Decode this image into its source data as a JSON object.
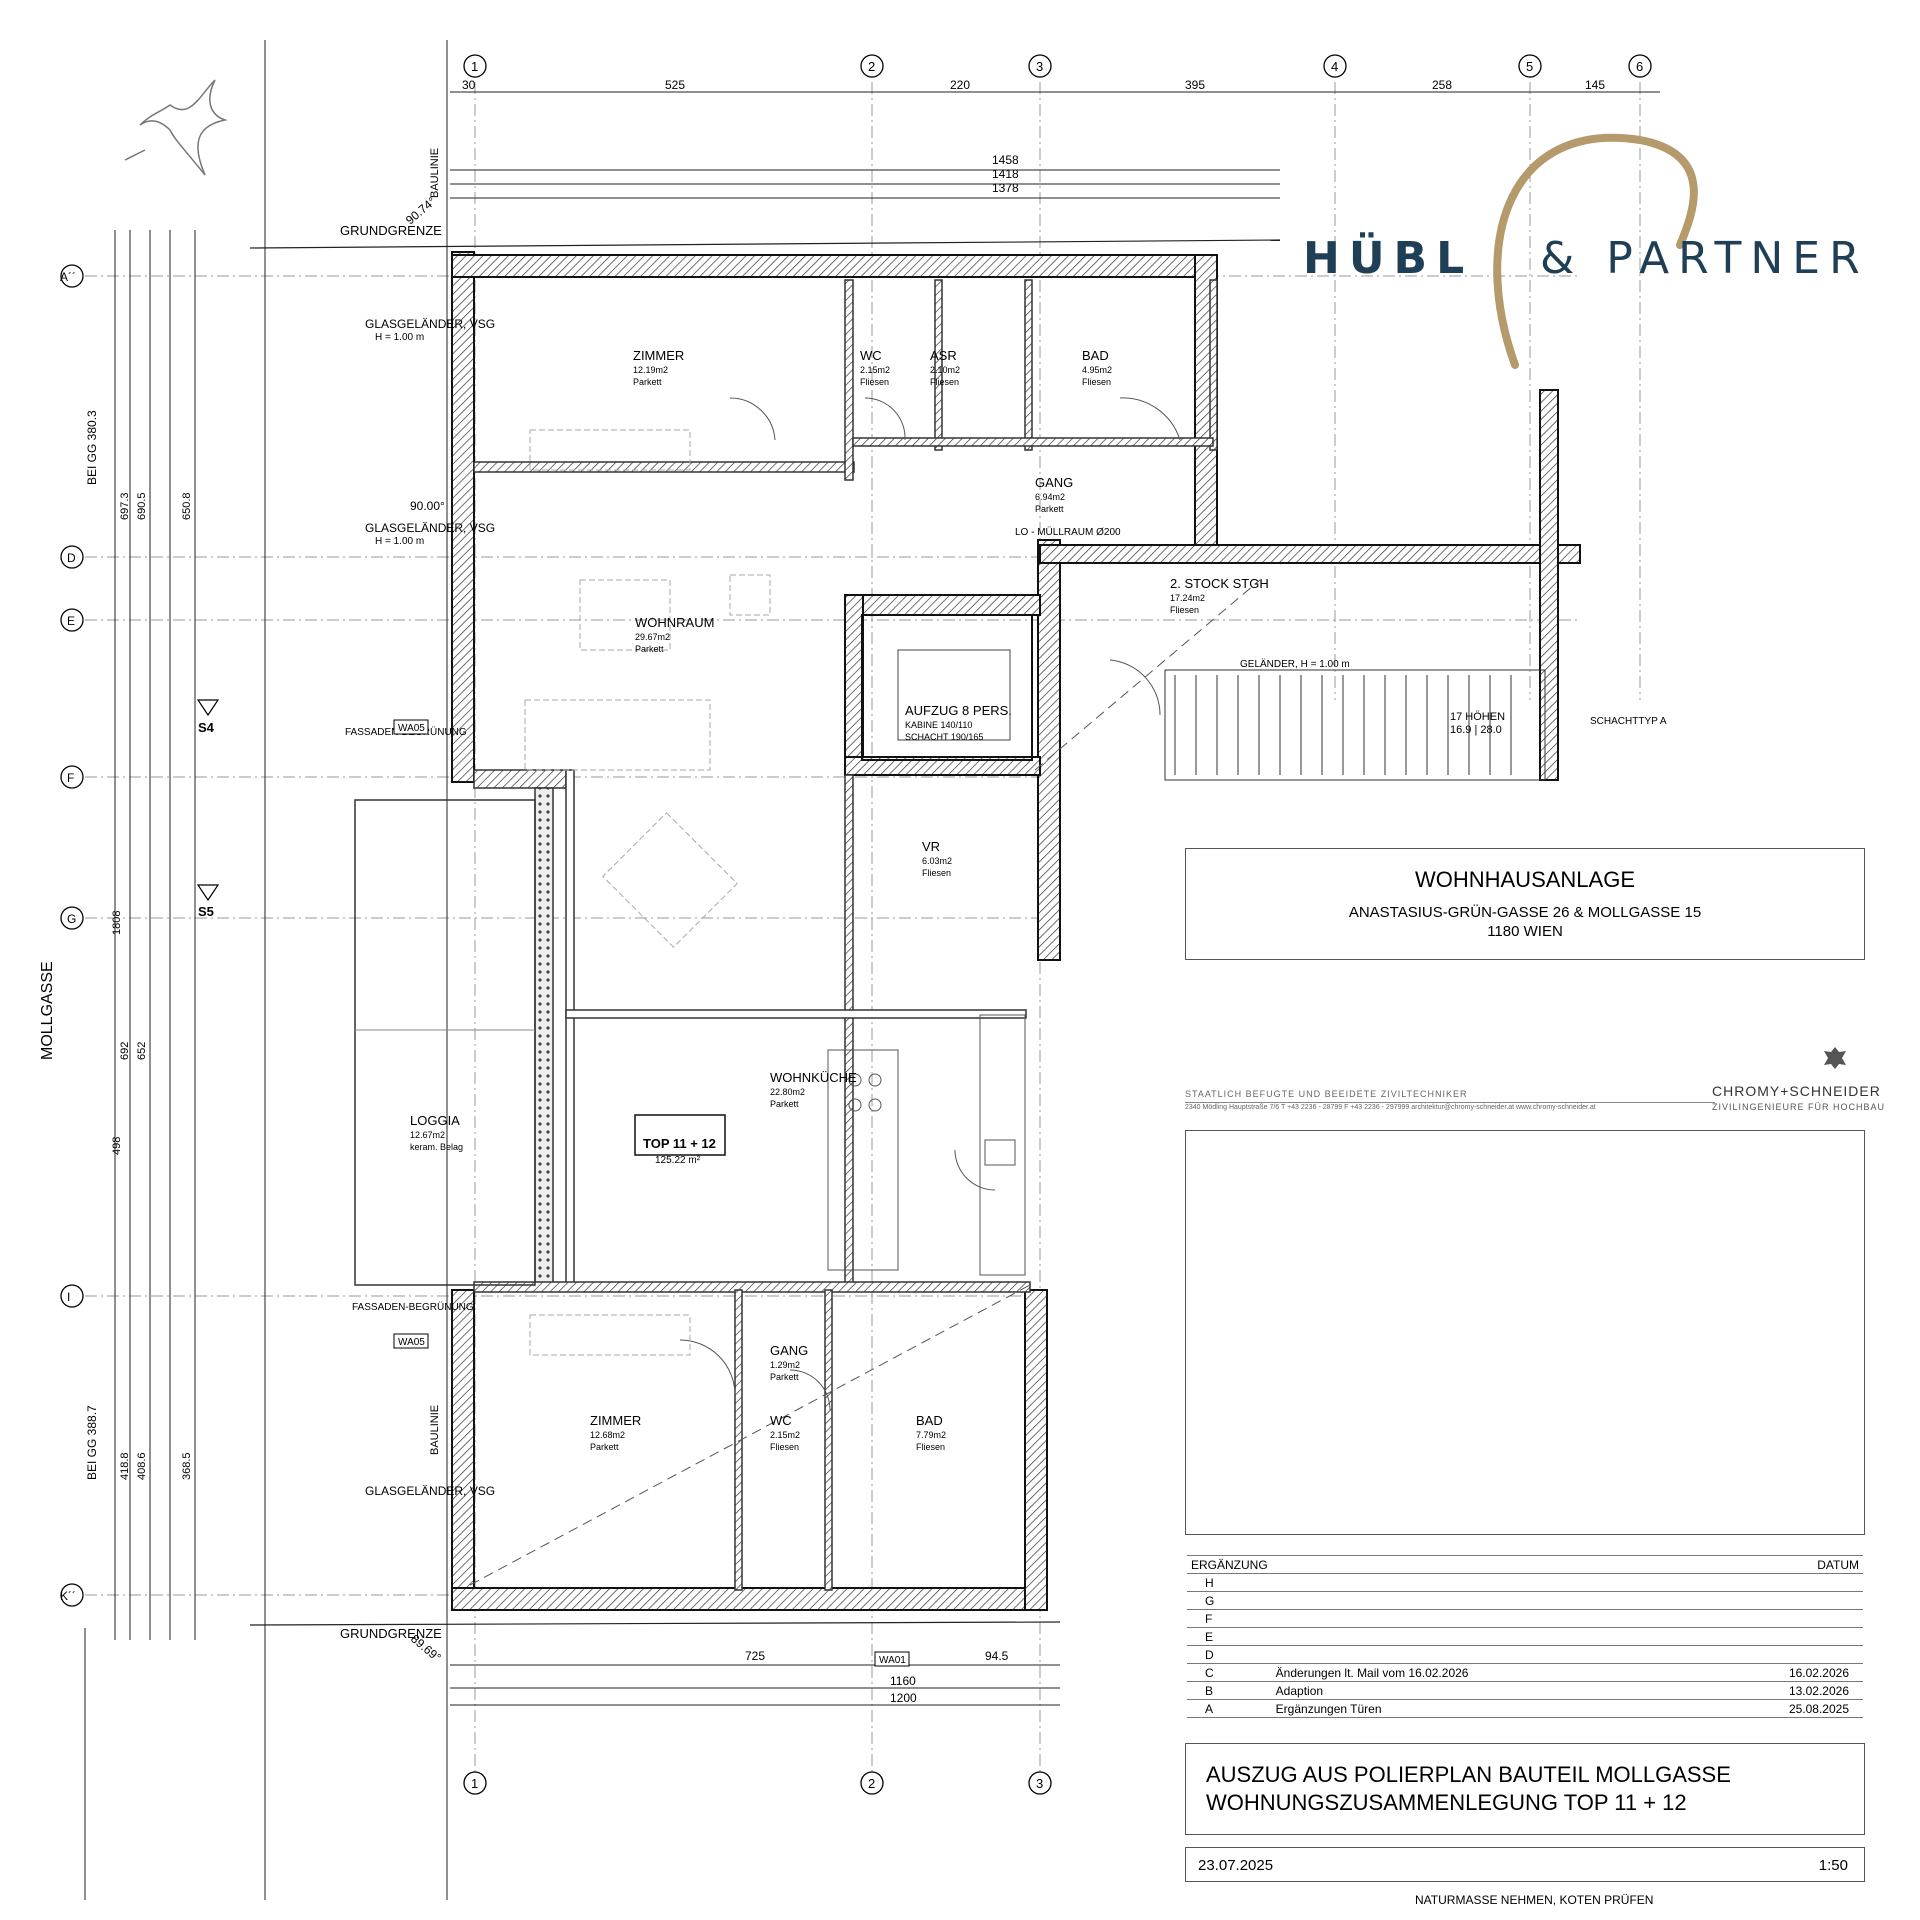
{
  "logo": {
    "brand": "HÜBL",
    "partner": "& PARTNER"
  },
  "street_label": "MOLLGASSE",
  "axis_numbers": [
    "1",
    "2",
    "3",
    "4",
    "5",
    "6"
  ],
  "axis_letters": [
    "A´´",
    "D",
    "E",
    "F",
    "G",
    "I",
    "K´´"
  ],
  "top_dims": [
    "30",
    "525",
    "220",
    "395",
    "258",
    "145"
  ],
  "overall_dims": [
    "1458",
    "1418",
    "1378"
  ],
  "bottom_dims": [
    "725",
    "94.5",
    "1160",
    "1200"
  ],
  "left_dims": [
    "1808",
    "697.3",
    "690.5",
    "650.8",
    "498",
    "692",
    "652",
    "418.8",
    "408.6",
    "368.5"
  ],
  "labels": {
    "grundgrenze": "GRUNDGRENZE",
    "baulinie": "BAULINIE",
    "bei_gg_1": "BEI GG 380.3",
    "bei_gg_2": "BEI GG 388.7",
    "glas": "GLASGELÄNDER, VSG",
    "glas_h": "H = 1.00 m",
    "angle1": "90.74°",
    "angle2": "90.00°",
    "angle3": "89.69°",
    "s4": "S4",
    "s5": "S5",
    "fassade": "FASSADEN-BEGRÜNUNG",
    "wa05": "WA05",
    "wa01": "WA01",
    "gelaender": "GELÄNDER, H = 1.00 m",
    "hoehen": "17 HÖHEN",
    "hoehen2": "16.9 | 28.0",
    "lo_muell": "LO - MÜLLRAUM Ø200",
    "schacht_typ": "SCHACHTTYP A",
    "top_label": "TOP 11 + 12",
    "top_area": "125.22 m²"
  },
  "rooms": [
    {
      "name": "ZIMMER",
      "area": "12.19m2",
      "floor": "Parkett"
    },
    {
      "name": "WC",
      "area": "2.15m2",
      "floor": "Fliesen"
    },
    {
      "name": "ASR",
      "area": "2.10m2",
      "floor": "Fliesen"
    },
    {
      "name": "BAD",
      "area": "4.95m2",
      "floor": "Fliesen"
    },
    {
      "name": "GANG",
      "area": "6.94m2",
      "floor": "Parkett"
    },
    {
      "name": "WOHNRAUM",
      "area": "29.67m2",
      "floor": "Parkett"
    },
    {
      "name": "AUFZUG 8 PERS.",
      "area": "KABINE 140/110",
      "floor": "SCHACHT 190/165"
    },
    {
      "name": "2. STOCK STGH",
      "area": "17.24m2",
      "floor": "Fliesen"
    },
    {
      "name": "VR",
      "area": "6.03m2",
      "floor": "Fliesen"
    },
    {
      "name": "WOHNKÜCHE",
      "area": "22.80m2",
      "floor": "Parkett"
    },
    {
      "name": "LOGGIA",
      "area": "12.67m2",
      "floor": "keram. Belag"
    },
    {
      "name": "ZIMMER",
      "area": "12.68m2",
      "floor": "Parkett"
    },
    {
      "name": "GANG",
      "area": "1.29m2",
      "floor": "Parkett"
    },
    {
      "name": "WC",
      "area": "2.15m2",
      "floor": "Fliesen"
    },
    {
      "name": "BAD",
      "area": "7.79m2",
      "floor": "Fliesen"
    }
  ],
  "project": {
    "title": "WOHNHAUSANLAGE",
    "address": "ANASTASIUS-GRÜN-GASSE 26 & MOLLGASSE 15",
    "city": "1180 WIEN"
  },
  "engineer": {
    "line1": "STAATLICH BEFUGTE UND BEEIDETE ZIVILTECHNIKER",
    "line2": "2340 Mödling  Hauptstraße 7/6  T +43 2236 - 28799  F +43 2236 - 297999  architektur@chromy-schneider.at  www.chromy-schneider.at",
    "name": "CHROMY+SCHNEIDER",
    "sub": "ZIVILINGENIEURE FÜR HOCHBAU"
  },
  "revisions": {
    "header_left": "ERGÄNZUNG",
    "header_right": "DATUM",
    "rows": [
      {
        "letter": "H",
        "desc": "",
        "date": ""
      },
      {
        "letter": "G",
        "desc": "",
        "date": ""
      },
      {
        "letter": "F",
        "desc": "",
        "date": ""
      },
      {
        "letter": "E",
        "desc": "",
        "date": ""
      },
      {
        "letter": "D",
        "desc": "",
        "date": ""
      },
      {
        "letter": "C",
        "desc": "Änderungen lt. Mail vom 16.02.2026",
        "date": "16.02.2026"
      },
      {
        "letter": "B",
        "desc": "Adaption",
        "date": "13.02.2026"
      },
      {
        "letter": "A",
        "desc": "Ergänzungen Türen",
        "date": "25.08.2025"
      }
    ]
  },
  "plan": {
    "title1": "AUSZUG AUS POLIERPLAN BAUTEIL MOLLGASSE",
    "title2": "WOHNUNGSZUSAMMENLEGUNG TOP 11 + 12",
    "date": "23.07.2025",
    "scale": "1:50",
    "note": "NATURMASSE NEHMEN, KOTEN PRÜFEN"
  }
}
